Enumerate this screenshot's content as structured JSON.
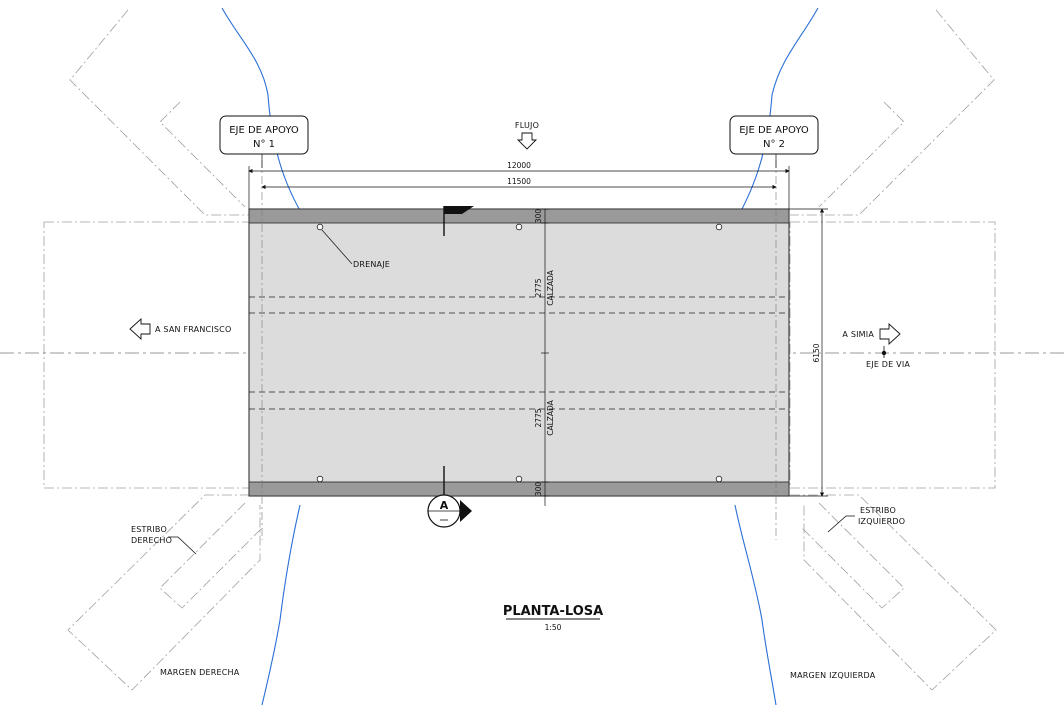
{
  "labels": {
    "eje_apoyo_1_line1": "EJE DE APOYO",
    "eje_apoyo_1_line2": "N° 1",
    "eje_apoyo_2_line1": "EJE DE APOYO",
    "eje_apoyo_2_line2": "N° 2",
    "flujo": "FLUJO",
    "drenaje": "DRENAJE",
    "a_san_francisco": "A SAN FRANCISCO",
    "a_simia": "A SIMIA",
    "eje_de_via": "EJE DE VIA",
    "estribo_derecho_1": "ESTRIBO",
    "estribo_derecho_2": "DERECHO",
    "estribo_izquierdo_1": "ESTRIBO",
    "estribo_izquierdo_2": "IZQUIERDO",
    "margen_derecha": "MARGEN DERECHA",
    "margen_izquierda": "MARGEN IZQUIERDA",
    "section_letter": "A",
    "title": "PLANTA-LOSA",
    "scale": "1:50"
  },
  "dimensions": {
    "total_length": "12000",
    "span_length": "11500",
    "total_width": "6150",
    "curb_top": "300",
    "curb_bottom": "300",
    "lane_top": "2775",
    "lane_bottom": "2775",
    "lane_top_label": "CALZADA",
    "lane_bottom_label": "CALZADA"
  },
  "colors": {
    "deck_fill": "#dcdcdc",
    "curb_fill": "#9a9a9a",
    "river_line": "#2a6fd6",
    "construction_line": "#a0a0a0"
  }
}
